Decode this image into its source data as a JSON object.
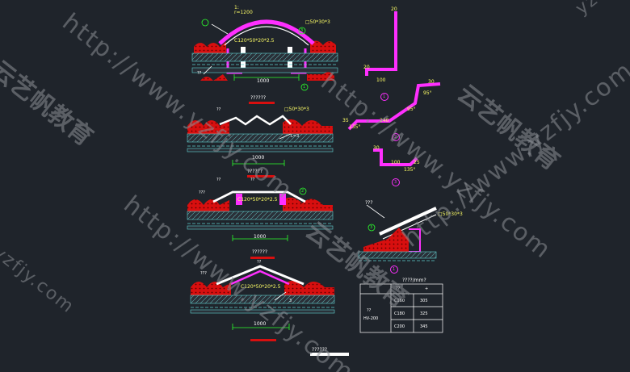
{
  "watermarks": {
    "url": "http://www.yzfjy.com",
    "brand": "云艺帆教育",
    "corner": "yzfjy.com"
  },
  "details": {
    "d1": {
      "arc_label": "r=1200",
      "ratio_label": "1:",
      "steel_label": "□50*30*3",
      "purlin_label": "C120*50*20*2.5",
      "dim": "1000",
      "circle_num_a": "3",
      "circle_num_b": "1",
      "side_label": "??"
    },
    "d2": {
      "title": "??????",
      "steel_label": "□50*30*3",
      "dim": "1000",
      "side_label": "??",
      "note": "L=3"
    },
    "d3": {
      "title": "??????",
      "top_label": "??",
      "left_label": "???",
      "purlin_label": "C120*50*20*2.5",
      "dim": "1000",
      "circle_num": "2",
      "side_label": "??"
    },
    "d4": {
      "title": "??????",
      "top_label": "??",
      "left_label": "???",
      "purlin_label": "C120*50*20*2.5",
      "dim": "1000",
      "note": "3",
      "bottom_title": "??????"
    },
    "flash1": {
      "d_top": "20",
      "d_left": "20",
      "d_bottom": "100",
      "num": "1"
    },
    "flash2": {
      "a": "30",
      "b": "95°",
      "c": "95°",
      "d": "240",
      "e": "135°",
      "f": "35",
      "num": "2"
    },
    "flash3": {
      "a": "30",
      "b": "100",
      "c": "25",
      "d": "135°",
      "num": "3"
    },
    "right_detail": {
      "label_top": "???",
      "steel_label": "□50*30*3",
      "circle_num": "3",
      "num": "1"
    },
    "table": {
      "header": "????/mm?",
      "left_label": "??",
      "left_model": "HV-200",
      "rows": [
        {
          "col1": "C160",
          "col2": "305"
        },
        {
          "col1": "C180",
          "col2": "325"
        },
        {
          "col1": "C200",
          "col2": "345"
        }
      ],
      "col_head_a": "??",
      "col_head_b": "+"
    }
  }
}
